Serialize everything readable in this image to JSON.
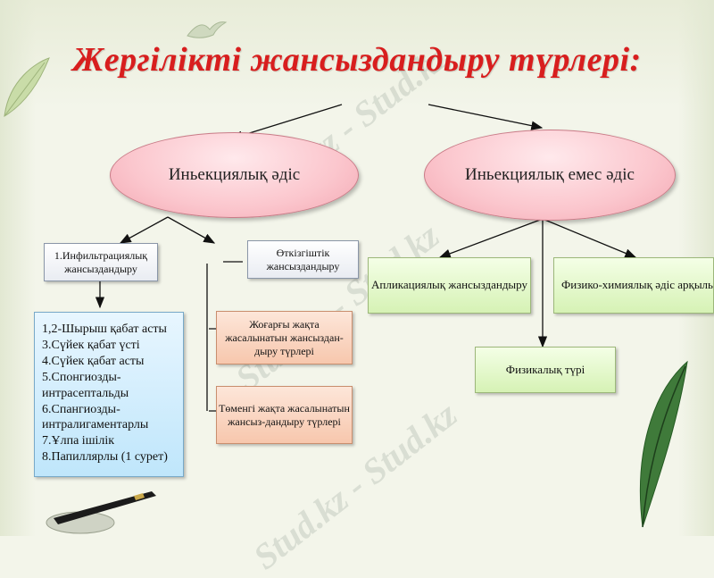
{
  "title": "Жергілікті жансыздандыру түрлері:",
  "watermark": "Stud.kz - Stud.kz",
  "nodes": {
    "injection": "Иньекциялық әдіс",
    "non_injection": "Иньекциялық емес әдіс",
    "infiltration": "1.Инфильтрациялық жансыздандыру",
    "conduction": "Өткізгіштік жансыздандыру",
    "upper_jaw": "Жоғарғы жақта жасалынатын жансыздан-дыру түрлері",
    "lower_jaw": "Төменгі жақта жасалынатын жансыз-дандыру түрлері",
    "application": "Апликациялық жансыздандыру",
    "physico_chemical": "Физико-химиялық әдіс арқылы",
    "physical": "Физикалық түрі"
  },
  "infiltration_list": [
    "1,2-Шырыш қабат асты",
    "3.Сүйек қабат үсті",
    "4.Сүйек қабат асты",
    "5.Спонгиозды-интрасептальды",
    "6.Спангиозды-интралигаментарлы",
    "7.Ұлпа ішілік",
    "8.Папиллярлы (1 сурет)"
  ],
  "colors": {
    "title": "#d81e1e",
    "ellipse": "#fbc6cd",
    "peach_box": "#f7c7ad",
    "green_box": "#d6f2b5",
    "blue_box": "#bfe6fb"
  },
  "decorations": [
    "leaf-icon",
    "bird-icon",
    "pen-icon",
    "feather-icon"
  ]
}
